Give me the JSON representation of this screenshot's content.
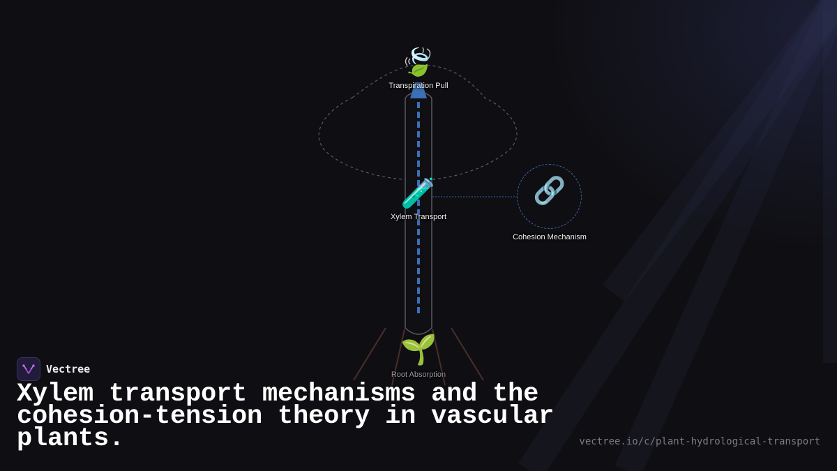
{
  "brand": {
    "name": "Vectree",
    "logo_color": "#a04fd6"
  },
  "headline": "Xylem transport mechanisms and the cohesion-tension theory in vascular plants.",
  "url": "vectree.io/c/plant-hydrological-transport",
  "diagram": {
    "nodes": [
      {
        "id": "transpiration",
        "icon": "leaf-icon",
        "emoji": "🍃",
        "label": "Transpiration Pull"
      },
      {
        "id": "xylem",
        "icon": "test-tube-icon",
        "emoji": "🧪",
        "label": "Xylem Transport"
      },
      {
        "id": "cohesion",
        "icon": "link-icon",
        "emoji": "🔗",
        "label": "Cohesion Mechanism"
      },
      {
        "id": "roots",
        "icon": "seedling-icon",
        "emoji": "🌱",
        "label": "Root Absorption"
      }
    ],
    "edges": [
      {
        "from": "xylem",
        "to": "cohesion",
        "style": "dashed"
      }
    ],
    "colors": {
      "background": "#0f0f13",
      "water_column": "#3b6fb6",
      "tube_outline": "#5a5a5e",
      "canopy_outline": "#5a5a60",
      "roots": "#4a2e28",
      "connector": "#3a66a8"
    }
  }
}
